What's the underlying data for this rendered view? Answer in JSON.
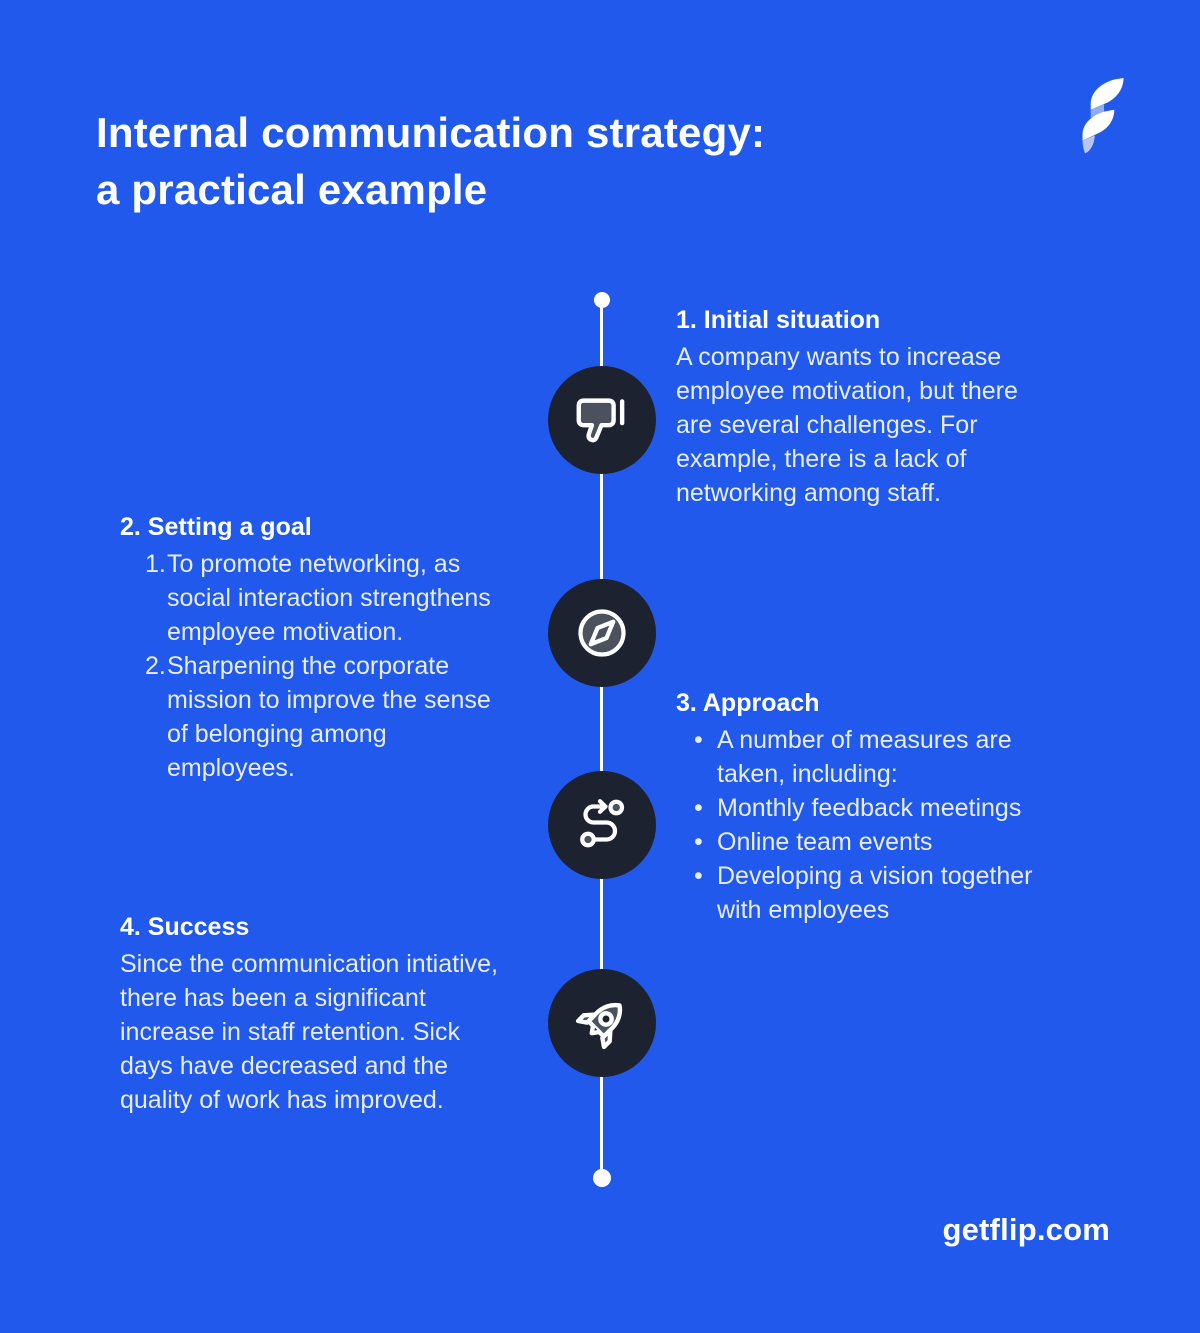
{
  "colors": {
    "background": "#2159EC",
    "circle_dark": "#1C2230",
    "icon_gray": "#4C515E",
    "body_text": "#E8EDFB",
    "heading_text": "#FFFFFF",
    "logo_accent_mid": "#8FAEF0",
    "logo_accent_light": "#B7C6EF"
  },
  "header": {
    "title": "Internal communication strategy:\na practical example",
    "logo": "flip-logo"
  },
  "footer": {
    "site": "getflip.com"
  },
  "timeline": {
    "steps": [
      {
        "icon": "thumbs-down-icon",
        "heading": "1. Initial situation",
        "body": "A company wants to increase\nemployee motivation, but there\nare several challenges. For\nexample, there is a lack of\nnetworking among staff.",
        "side": "right"
      },
      {
        "icon": "compass-icon",
        "heading": "2. Setting a goal",
        "items": [
          {
            "marker": "1.",
            "text": "To promote networking, as\nsocial interaction strengthens\nemployee motivation."
          },
          {
            "marker": "2.",
            "text": "Sharpening the corporate\nmission to improve the sense\nof belonging among\nemployees."
          }
        ],
        "side": "left"
      },
      {
        "icon": "route-icon",
        "heading": "3. Approach",
        "items": [
          {
            "marker": "•",
            "text": "A number of measures are\ntaken, including:"
          },
          {
            "marker": "•",
            "text": "Monthly feedback meetings"
          },
          {
            "marker": "•",
            "text": "Online team events"
          },
          {
            "marker": "•",
            "text": "Developing a vision together\nwith employees"
          }
        ],
        "side": "right"
      },
      {
        "icon": "rocket-icon",
        "heading": "4. Success",
        "body": "Since the communication intiative,\nthere has been a significant\nincrease in staff retention. Sick\ndays have decreased and the\nquality of work has improved.",
        "side": "left"
      }
    ]
  }
}
